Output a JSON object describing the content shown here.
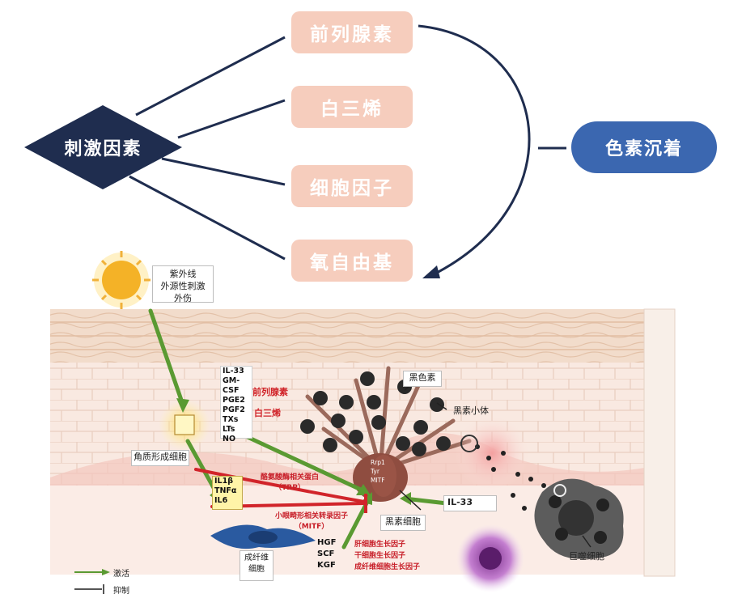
{
  "top": {
    "stimulus": "刺激因素",
    "causes": [
      "前列腺素",
      "白三烯",
      "细胞因子",
      "氧自由基"
    ],
    "result": "色素沉着"
  },
  "skin": {
    "sun_label": [
      "紫外线",
      "外源性刺激",
      "外伤"
    ],
    "mediators_left": [
      "IL-33",
      "GM-CSF",
      "PGE2",
      "PGF2",
      "TXs",
      "LTs",
      "NO"
    ],
    "mediators_red": [
      "前列腺素",
      "白三烯"
    ],
    "keratinocyte": "角质形成细胞",
    "il_box": [
      "IL1β",
      "TNFα",
      "IL6"
    ],
    "fibroblast": [
      "成纤维",
      "细胞"
    ],
    "melanin": "黑色素",
    "melanosome": "黑素小体",
    "melanocyte": "黑素细胞",
    "il33_right": "IL-33",
    "macrophage": "巨噬细胞",
    "trp": [
      "酪氨酸酶相关蛋白",
      "（TRP）"
    ],
    "mitf": [
      "小眼畸形相关转录因子",
      "（MITF）"
    ],
    "growth_left": [
      "HGF",
      "SCF",
      "KGF"
    ],
    "growth_right": [
      "肝细胞生长因子",
      "干细胞生长因子",
      "成纤维细胞生长因子"
    ],
    "mito_labels": [
      "Rrp1",
      "Tyr",
      "MITF"
    ]
  },
  "legend": {
    "activate": "激活",
    "inhibit": "抑制"
  },
  "colors": {
    "accent_blue": "#3b67b0",
    "navy": "#1f2d4f",
    "peach": "#f6cdbd",
    "green": "#5a9a32",
    "red": "#d1242a"
  }
}
